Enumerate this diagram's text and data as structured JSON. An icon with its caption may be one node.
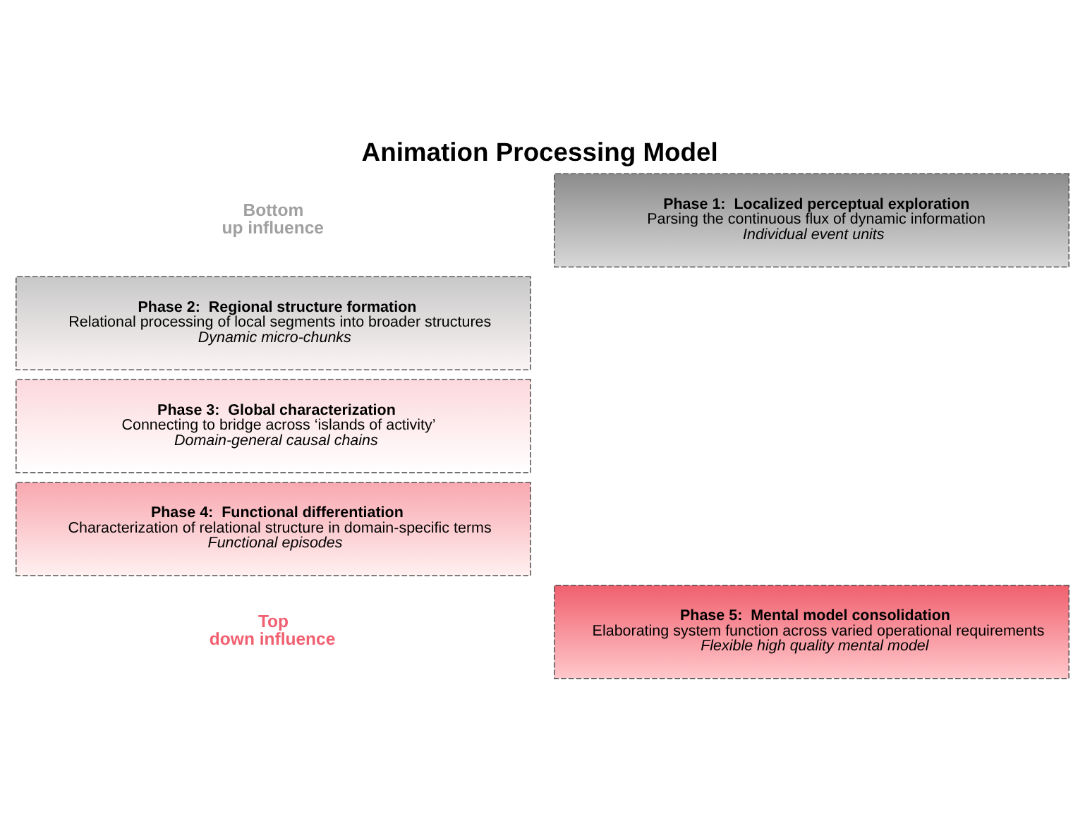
{
  "diagram": {
    "title": "Animation Processing Model",
    "nodes": [
      {
        "text": [
          "Phase 5:  Mental model consolidation",
          "Elaborating system function across varied operational requirements",
          "Flexible high quality mental model"
        ]
      },
      {
        "text": [
          "Phase 4:  Functional differentiation",
          "Characterization of relational structure in domain-specific terms",
          "Functional episodes"
        ]
      },
      {
        "text": [
          "Phase 3:  Global characterization",
          "Connecting to bridge across ‘islands of activity’",
          "Domain-general causal chains"
        ]
      },
      {
        "text": [
          "Phase 2:  Regional structure formation",
          "Relational processing of local segments into broader structures",
          "Dynamic micro-chunks"
        ]
      },
      {
        "text": [
          "Phase 1:  Localized perceptual exploration",
          "Parsing the continuous flux of dynamic information",
          "Individual event units"
        ]
      }
    ],
    "edges": [],
    "labels": [
      "Top down influence",
      "Bottom up influence"
    ]
  }
}
